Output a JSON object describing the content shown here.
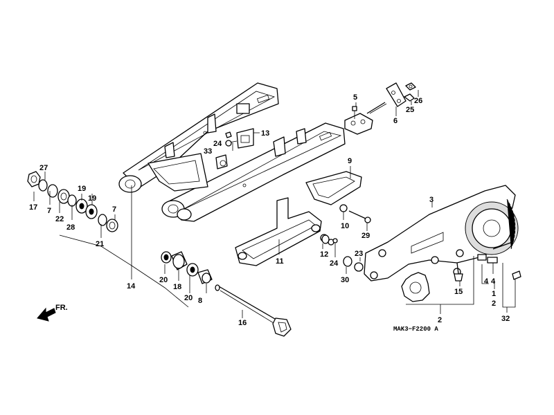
{
  "diagram": {
    "catalog_code": "MAK3−F2200 A",
    "direction_label": "FR.",
    "callouts": [
      "1",
      "2",
      "2",
      "3",
      "4",
      "4",
      "5",
      "6",
      "7",
      "7",
      "8",
      "9",
      "10",
      "11",
      "12",
      "13",
      "14",
      "15",
      "16",
      "17",
      "18",
      "19",
      "19",
      "20",
      "20",
      "21",
      "22",
      "23",
      "24",
      "24",
      "25",
      "26",
      "27",
      "28",
      "29",
      "30",
      "32",
      "33"
    ]
  }
}
